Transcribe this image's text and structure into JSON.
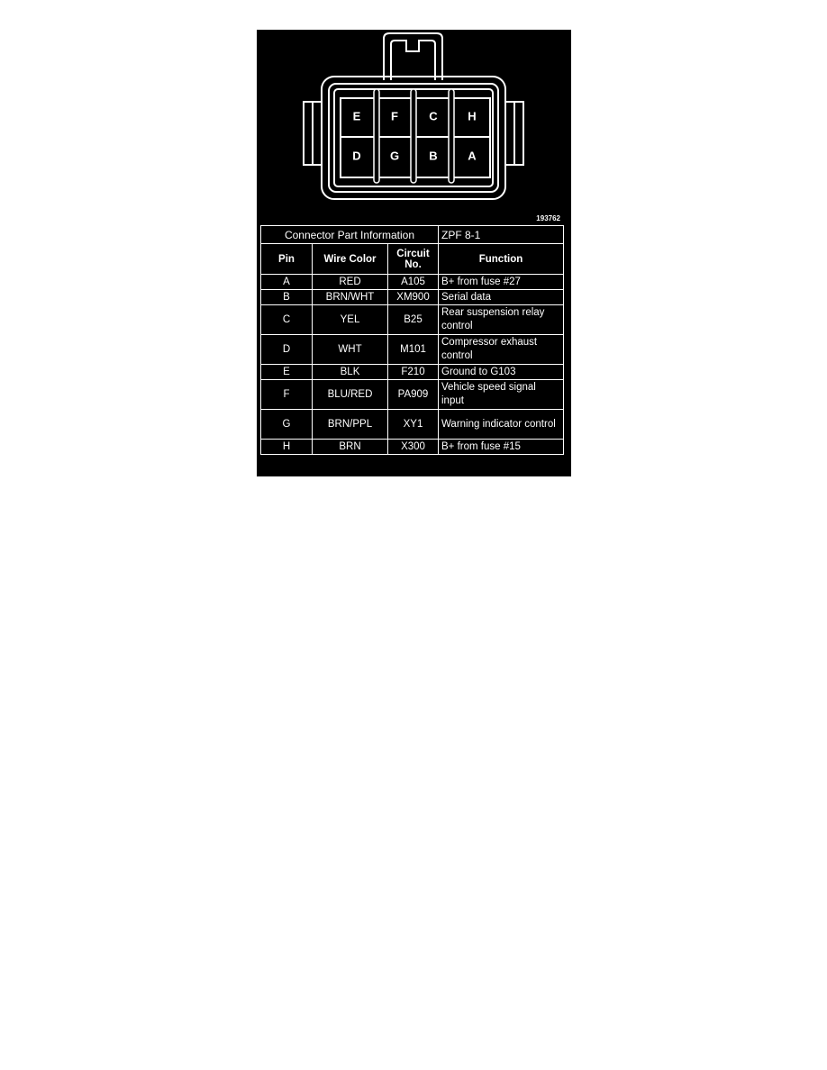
{
  "figure_id": "193762",
  "connector": {
    "top_row": [
      "E",
      "F",
      "C",
      "H"
    ],
    "bottom_row": [
      "D",
      "G",
      "B",
      "A"
    ]
  },
  "table": {
    "title": "Connector Part Information",
    "part": "ZPF 8-1",
    "headers": {
      "pin": "Pin",
      "wire_color": "Wire Color",
      "circuit_line1": "Circuit",
      "circuit_line2": "No.",
      "function": "Function"
    },
    "rows": [
      {
        "pin": "A",
        "wire": "RED",
        "circuit": "A105",
        "function": "B+ from fuse #27"
      },
      {
        "pin": "B",
        "wire": "BRN/WHT",
        "circuit": "XM900",
        "function": "Serial data"
      },
      {
        "pin": "C",
        "wire": "YEL",
        "circuit": "B25",
        "function": "Rear suspension relay control"
      },
      {
        "pin": "D",
        "wire": "WHT",
        "circuit": "M101",
        "function": "Compressor exhaust control"
      },
      {
        "pin": "E",
        "wire": "BLK",
        "circuit": "F210",
        "function": "Ground to G103"
      },
      {
        "pin": "F",
        "wire": "BLU/RED",
        "circuit": "PA909",
        "function": "Vehicle speed signal input"
      },
      {
        "pin": "G",
        "wire": "BRN/PPL",
        "circuit": "XY1",
        "function": "Warning indicator control"
      },
      {
        "pin": "H",
        "wire": "BRN",
        "circuit": "X300",
        "function": "B+ from fuse #15"
      }
    ]
  }
}
